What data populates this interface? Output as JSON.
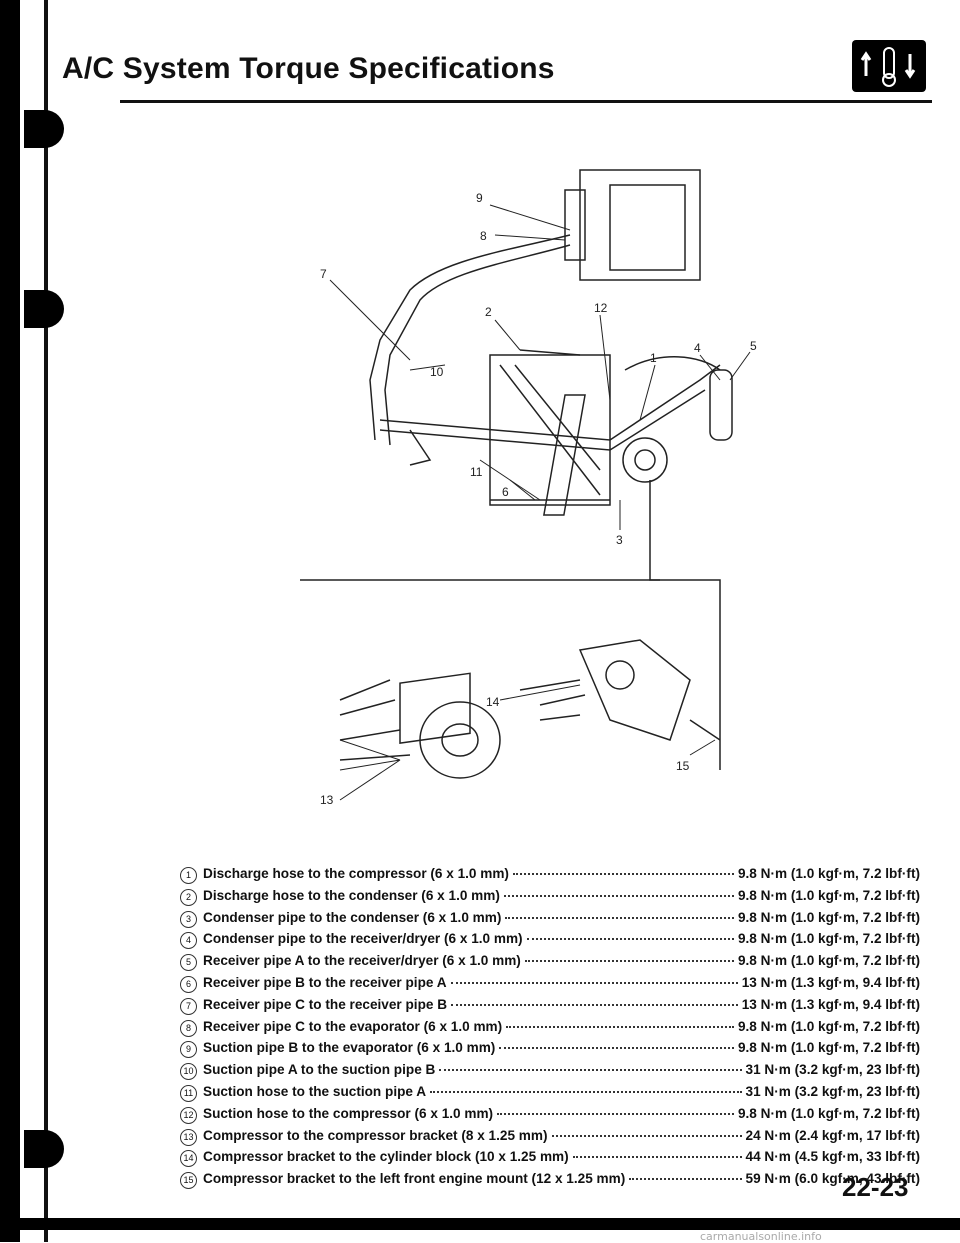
{
  "header": {
    "title": "A/C System Torque Specifications",
    "icon": "thermometer-arrows-icon"
  },
  "figure": {
    "upper_callouts": [
      "9",
      "8",
      "7",
      "2",
      "10",
      "12",
      "1",
      "4",
      "5",
      "11",
      "6",
      "3"
    ],
    "lower_callouts": [
      "14",
      "15",
      "13"
    ]
  },
  "specs": [
    {
      "no": "1",
      "desc": "Discharge hose to the compressor (6 x 1.0 mm)",
      "value": "9.8 N·m (1.0 kgf·m, 7.2 lbf·ft)"
    },
    {
      "no": "2",
      "desc": "Discharge hose to the condenser (6 x 1.0 mm)",
      "value": "9.8 N·m (1.0 kgf·m, 7.2 lbf·ft)"
    },
    {
      "no": "3",
      "desc": "Condenser pipe to the condenser (6 x 1.0 mm)",
      "value": "9.8 N·m (1.0 kgf·m, 7.2 lbf·ft)"
    },
    {
      "no": "4",
      "desc": "Condenser pipe to the receiver/dryer (6 x 1.0 mm)",
      "value": "9.8 N·m (1.0 kgf·m, 7.2 lbf·ft)"
    },
    {
      "no": "5",
      "desc": "Receiver pipe A to the receiver/dryer (6 x 1.0 mm)",
      "value": "9.8 N·m (1.0 kgf·m, 7.2 lbf·ft)"
    },
    {
      "no": "6",
      "desc": "Receiver pipe B to the receiver pipe A",
      "value": "13 N·m (1.3 kgf·m, 9.4 lbf·ft)"
    },
    {
      "no": "7",
      "desc": "Receiver pipe C to the receiver pipe B",
      "value": "13 N·m (1.3 kgf·m, 9.4 lbf·ft)"
    },
    {
      "no": "8",
      "desc": "Receiver pipe C to the evaporator (6 x 1.0 mm)",
      "value": "9.8 N·m (1.0 kgf·m, 7.2 lbf·ft)"
    },
    {
      "no": "9",
      "desc": "Suction pipe B to the evaporator (6 x 1.0 mm)",
      "value": "9.8 N·m (1.0 kgf·m, 7.2 lbf·ft)"
    },
    {
      "no": "10",
      "desc": "Suction pipe A to the suction pipe B",
      "value": "31 N·m (3.2 kgf·m, 23 lbf·ft)"
    },
    {
      "no": "11",
      "desc": "Suction hose to the suction pipe A",
      "value": "31 N·m (3.2 kgf·m, 23 lbf·ft)"
    },
    {
      "no": "12",
      "desc": "Suction hose to the compressor (6 x 1.0 mm)",
      "value": "9.8 N·m (1.0 kgf·m, 7.2 lbf·ft)"
    },
    {
      "no": "13",
      "desc": "Compressor to the compressor bracket (8 x 1.25 mm)",
      "value": "24 N·m (2.4 kgf·m, 17 lbf·ft)"
    },
    {
      "no": "14",
      "desc": "Compressor bracket to the cylinder block (10 x 1.25 mm)",
      "value": "44 N·m (4.5 kgf·m, 33 lbf·ft)"
    },
    {
      "no": "15",
      "desc": "Compressor bracket to the left front engine mount (12 x 1.25 mm)",
      "value": "59 N·m (6.0 kgf·m, 43 lbf·ft)"
    }
  ],
  "page_number": "22-23",
  "watermark": "carmanualsonline.info"
}
